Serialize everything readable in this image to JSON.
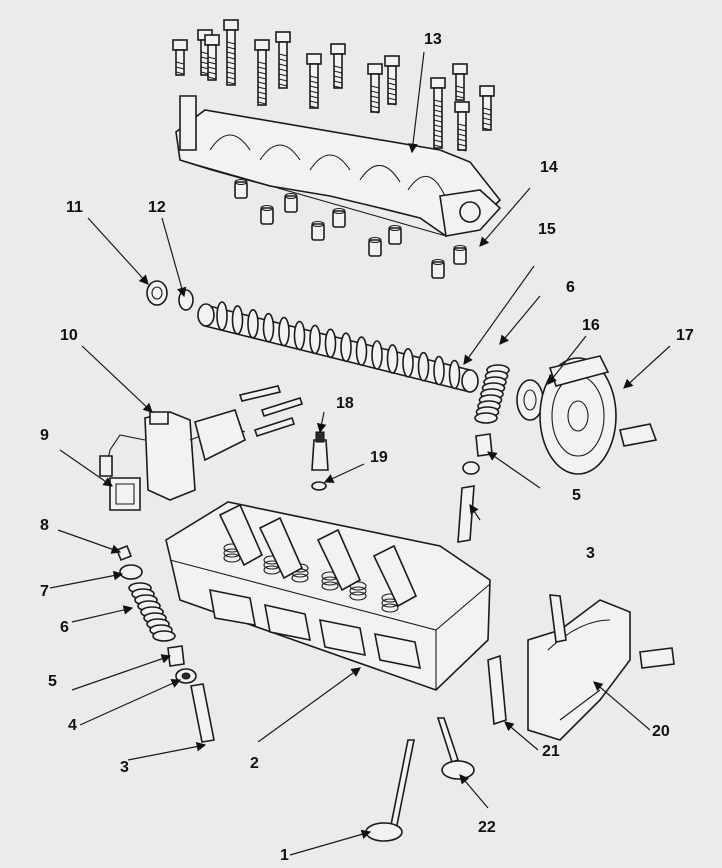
{
  "callouts": [
    {
      "n": "1"
    },
    {
      "n": "2"
    },
    {
      "n": "3"
    },
    {
      "n": "3"
    },
    {
      "n": "4"
    },
    {
      "n": "5"
    },
    {
      "n": "5"
    },
    {
      "n": "6"
    },
    {
      "n": "6"
    },
    {
      "n": "7"
    },
    {
      "n": "8"
    },
    {
      "n": "9"
    },
    {
      "n": "10"
    },
    {
      "n": "11"
    },
    {
      "n": "12"
    },
    {
      "n": "13"
    },
    {
      "n": "14"
    },
    {
      "n": "15"
    },
    {
      "n": "16"
    },
    {
      "n": "17"
    },
    {
      "n": "18"
    },
    {
      "n": "19"
    },
    {
      "n": "20"
    },
    {
      "n": "21"
    },
    {
      "n": "22"
    }
  ]
}
